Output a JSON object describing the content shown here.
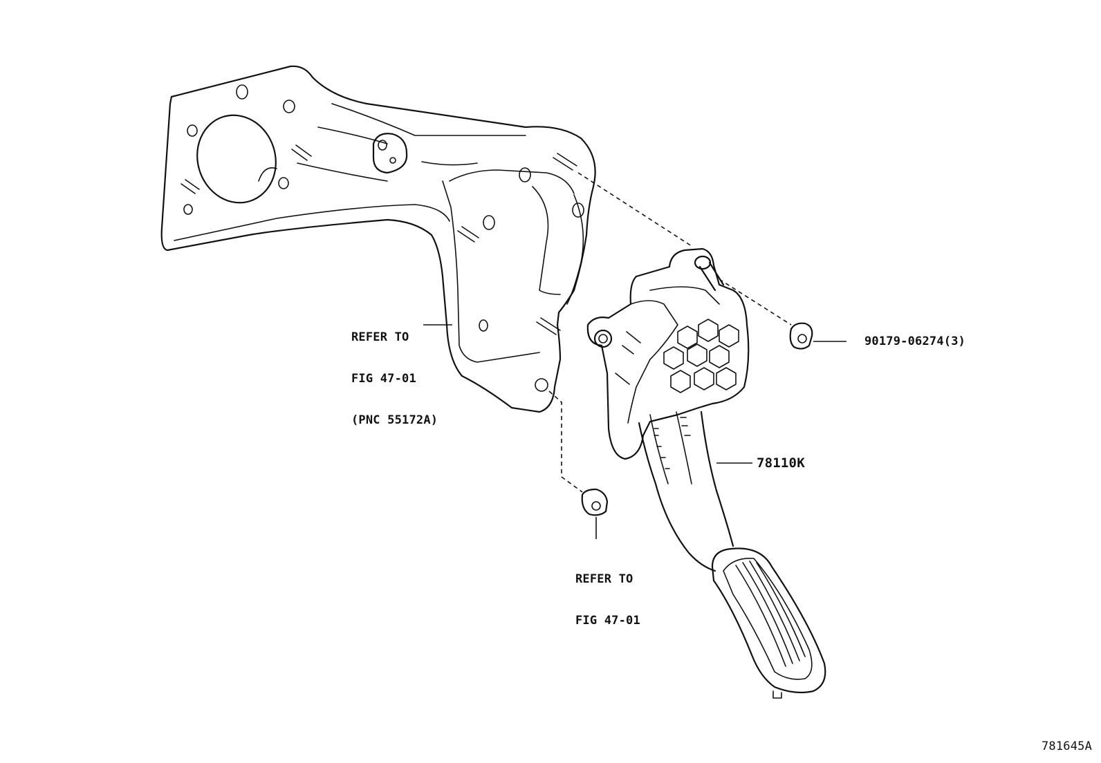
{
  "callouts": {
    "bracket_ref": {
      "line1": "REFER TO",
      "line2": "FIG 47-01",
      "line3": "(PNC 55172A)"
    },
    "nut_ref": {
      "line1": "REFER TO",
      "line2": "FIG 47-01"
    },
    "nut_part": "90179-06274(3)",
    "pedal_part": "78110K"
  },
  "illustration_id": "781645A"
}
